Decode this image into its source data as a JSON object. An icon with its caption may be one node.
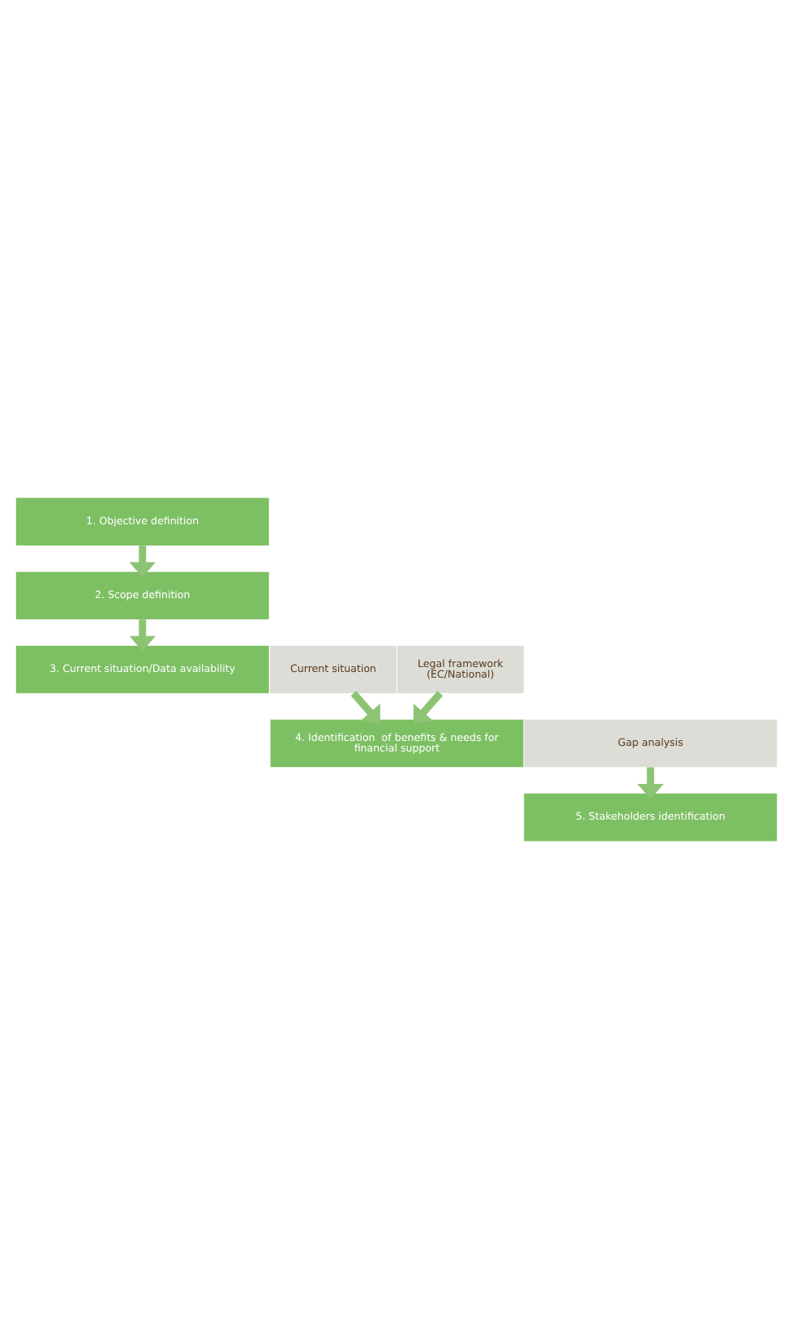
{
  "diagram": {
    "nodes": [
      {
        "text": [
          "1. Objective definition"
        ]
      },
      {
        "text": [
          "2. Scope definition"
        ]
      },
      {
        "text": [
          "3. Current situation/Data availability"
        ]
      },
      {
        "text": [
          "Legal framework (EC/National)"
        ]
      },
      {
        "text": [
          "Current situation"
        ]
      },
      {
        "text": [
          "4. Identification  of benefits & needs for financial support"
        ]
      },
      {
        "text": [
          "Gap analysis"
        ]
      },
      {
        "text": [
          "5. Stakeholders identification"
        ]
      }
    ],
    "edges": [
      {
        "from": 0,
        "to": 1,
        "arrow": "to"
      },
      {
        "from": 1,
        "to": 2,
        "arrow": "to"
      },
      {
        "from": 3,
        "to": 5,
        "arrow": "to"
      },
      {
        "from": 4,
        "to": 5,
        "arrow": "to"
      },
      {
        "from": 6,
        "to": 7,
        "arrow": "to"
      }
    ]
  }
}
